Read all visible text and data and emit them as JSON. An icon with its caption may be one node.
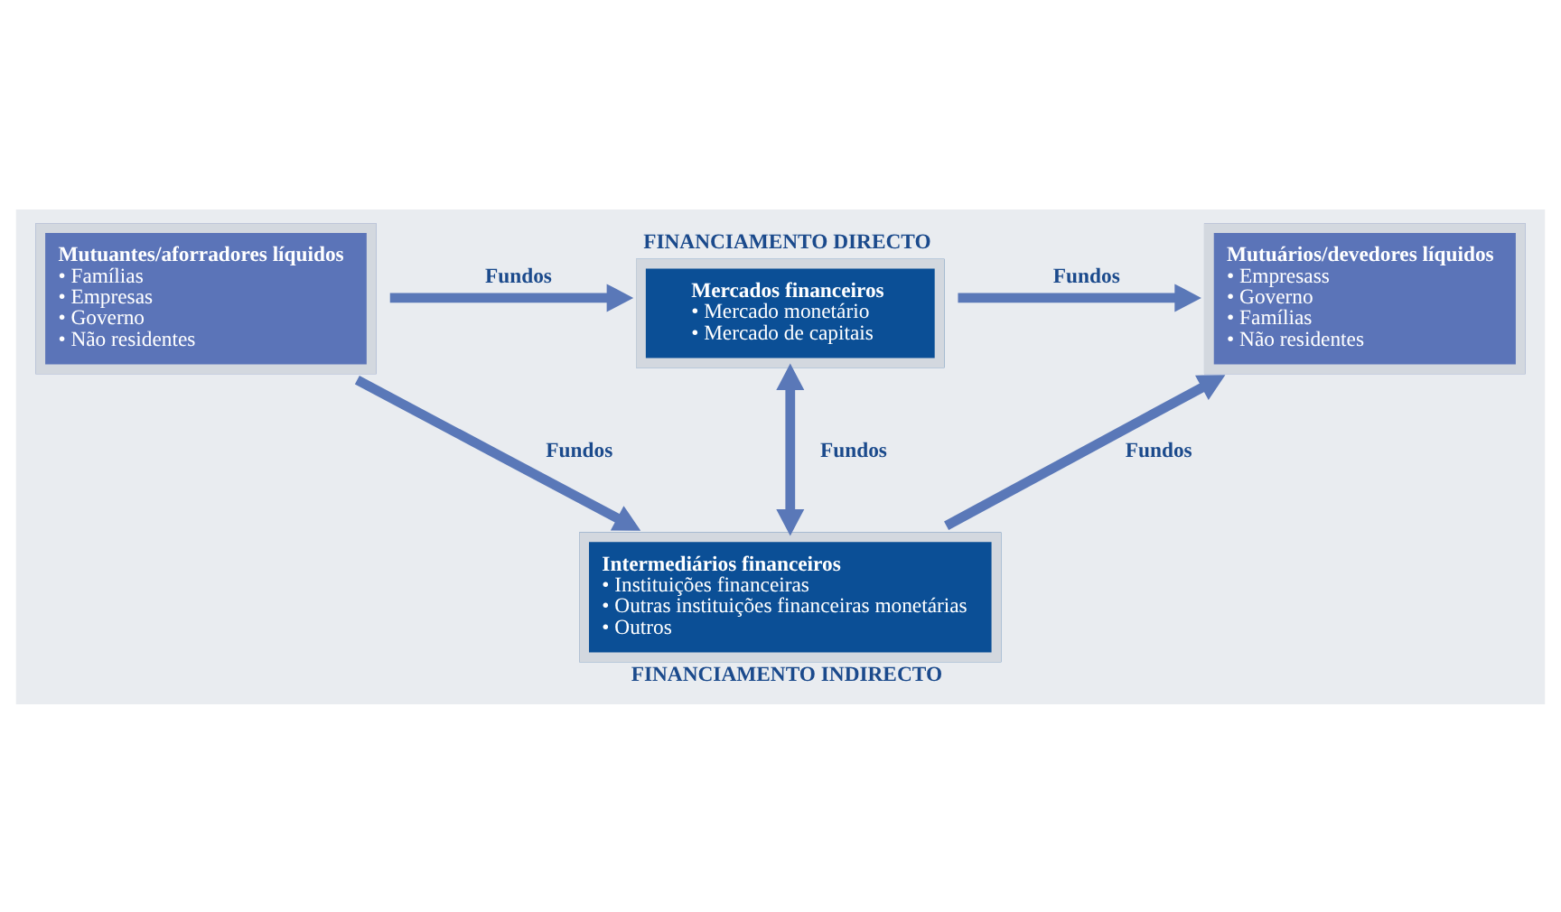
{
  "diagram": {
    "nodes": [
      {
        "text": [
          "Mutuantes/aforradores líquidos",
          "• Famílias",
          "• Empresas",
          "• Governo",
          "• Não residentes"
        ]
      },
      {
        "text": [
          "Mercados financeiros",
          "• Mercado monetário",
          "• Mercado de capitais"
        ],
        "beside": [
          "FINANCIAMENTO DIRECTO"
        ]
      },
      {
        "text": [
          "Mutuários/devedores líquidos",
          "• Empresass",
          "• Governo",
          "• Famílias",
          "• Não residentes"
        ]
      },
      {
        "text": [
          "Intermediários financeiros",
          "• Instituições financeiras",
          "• Outras instituições financeiras monetárias",
          "• Outros"
        ],
        "beside": [
          "FINANCIAMENTO INDIRECTO"
        ]
      }
    ],
    "edges": [
      {
        "from": 0,
        "to": 1,
        "arrow": "to",
        "label": "Fundos"
      },
      {
        "from": 1,
        "to": 2,
        "arrow": "to",
        "label": "Fundos"
      },
      {
        "from": 1,
        "to": 3,
        "arrow": "both",
        "label": "Fundos"
      },
      {
        "from": 0,
        "to": 3,
        "arrow": "to",
        "label": "Fundos"
      },
      {
        "from": 3,
        "to": 2,
        "arrow": "to",
        "label": "Fundos"
      }
    ]
  }
}
